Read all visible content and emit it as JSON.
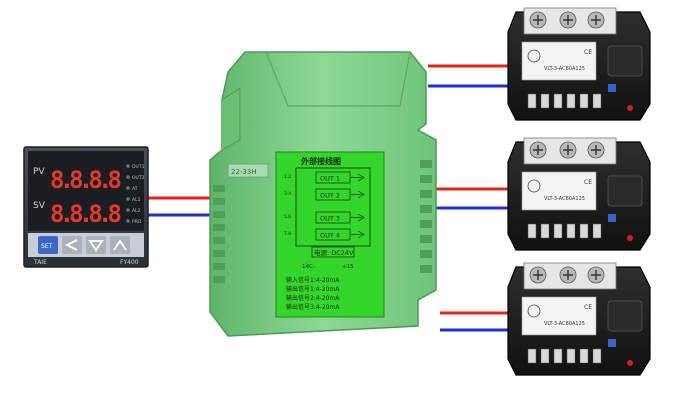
{
  "controller": {
    "pv_label": "PV",
    "sv_label": "SV",
    "pv_value": "8.8.8.8",
    "sv_value": "8.8.8.8",
    "indicators": [
      "OUT1",
      "OUT2",
      "AT",
      "AL1",
      "AL2",
      "PRO"
    ],
    "brand": "TAIE",
    "model": "FY400",
    "key_set": "SET"
  },
  "module": {
    "title": "外部接线图",
    "outputs": [
      "OUT 1",
      "OUT 2",
      "OUT 3",
      "OUT 4"
    ],
    "power": "电源: DC24V",
    "terminal_minus": "14C-",
    "terminal_plus": "+15",
    "signals": [
      "输入信号1:4-20mA",
      "输出信号1:4-20mA",
      "输出信号2:4-20mA",
      "输出信号3:4-20mA"
    ],
    "side_label": "22-33H",
    "pin_tags": [
      "1.2",
      "3.4",
      "5.6",
      "7.8"
    ]
  },
  "ssr": {
    "model": "VLT-3-AC80A125",
    "ce": "CE"
  },
  "colors": {
    "wire_red": "#e8231b",
    "wire_blue": "#1f2fd1",
    "module_green": "#7fcf86",
    "label_green": "#33d62b",
    "controller_body": "#3a3f47",
    "ssr_body": "#1f1f1f"
  }
}
